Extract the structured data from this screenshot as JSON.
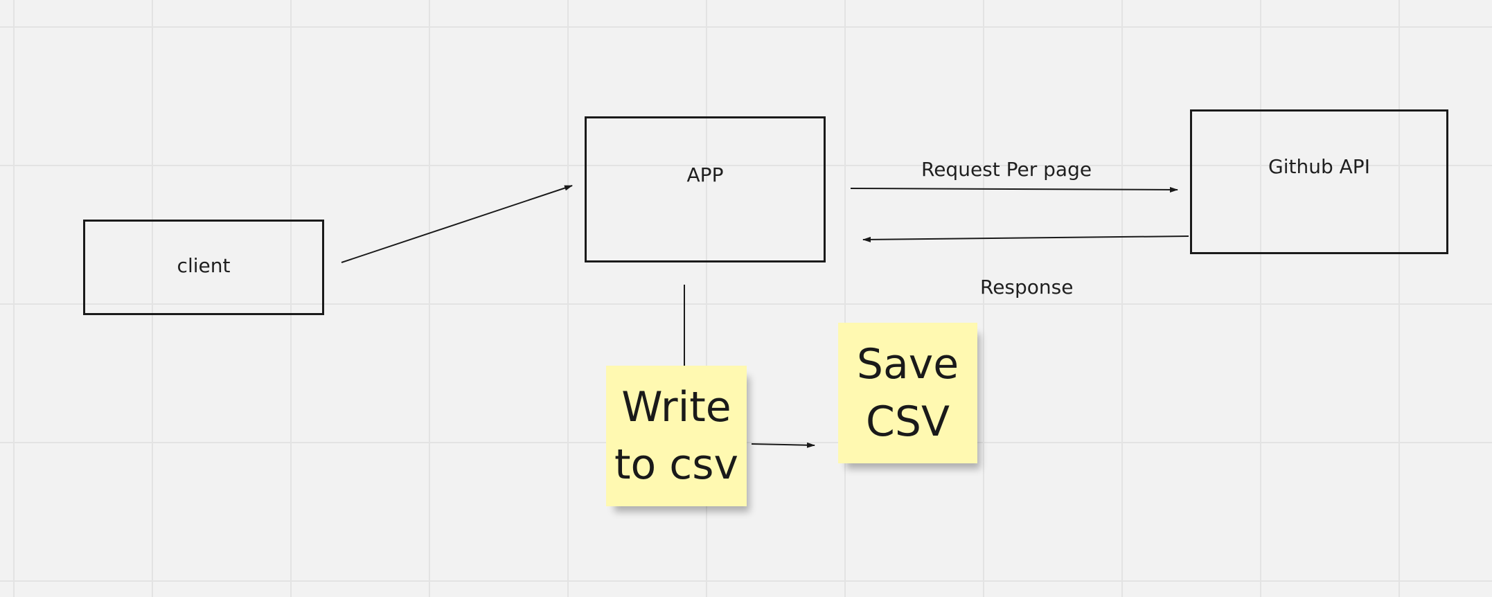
{
  "nodes": {
    "client": "client",
    "app": "APP",
    "github_api": "Github API"
  },
  "edge_labels": {
    "request": "Request Per page",
    "response": "Response"
  },
  "sticky_notes": {
    "write": "Write to csv",
    "save": "Save CSV"
  },
  "colors": {
    "canvas": "#f2f2f2",
    "grid": "#e3e3e3",
    "stroke": "#1a1a1a",
    "sticky": "#fff9b1"
  }
}
